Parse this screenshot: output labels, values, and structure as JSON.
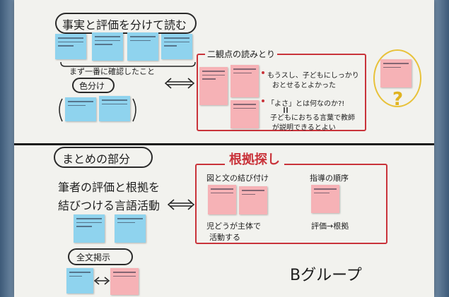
{
  "top": {
    "title": "事実と評価を分けて読む",
    "note_check": "まず一番に確認したこと",
    "color_label": "色分け",
    "box_title": "二観点の読みとり",
    "point1_line1": "もうスし、子どもにしっかり",
    "point1_line2": "おとせるとよかった",
    "point2_line1": "「よさ」とは何なのか?!",
    "point2_line2": "子どもにおちる言葉で教師",
    "point2_line3": "が説明できるとよい",
    "question_mark": "?"
  },
  "bottom": {
    "title": "まとめの部分",
    "activity_line1": "筆者の評価と根拠を",
    "activity_line2": "結びつける言語活動",
    "box_title": "根拠探し",
    "sub1": "図と文の結び付け",
    "sub2": "指導の順序",
    "note1_line1": "児どうが主体で",
    "note1_line2": "活動する",
    "note2": "評価→根拠",
    "fulltext_label": "全文掲示",
    "group_label": "Bグループ"
  },
  "colors": {
    "red_box": "#c9333a",
    "blue_note": "#8fd3ee",
    "pink_note": "#f6b2b6"
  }
}
